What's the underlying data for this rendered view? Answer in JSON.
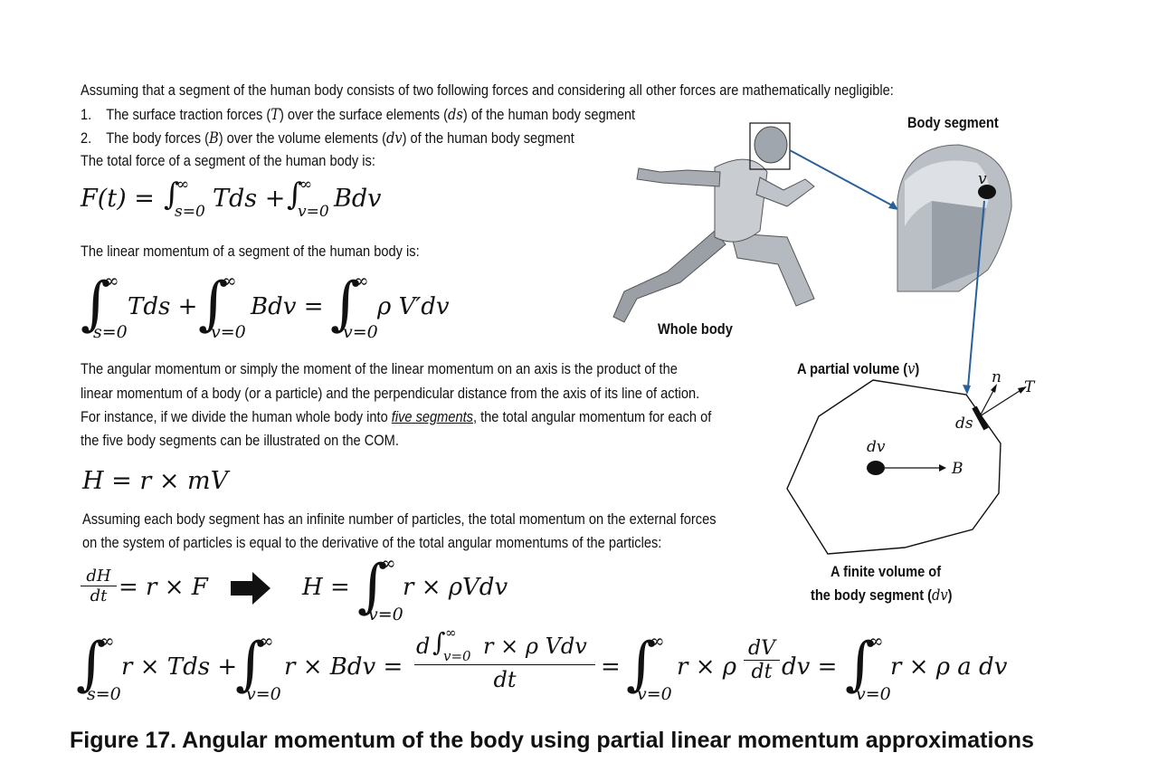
{
  "intro": {
    "line": "Assuming that a segment of the human body consists of two following forces and considering all other forces are mathematically negligible:",
    "item1_num": "1.",
    "item1_a": "The surface traction forces (",
    "item1_sym1": "T",
    "item1_b": ") over the surface elements (",
    "item1_sym2": "ds",
    "item1_c": ") of the human body segment",
    "item2_num": "2.",
    "item2_a": "The body forces (",
    "item2_sym1": "B",
    "item2_b": ") over the volume elements (",
    "item2_sym2": "dv",
    "item2_c": ") of the human body segment",
    "total_force": "The total force of a segment of the human body is:"
  },
  "eq1": {
    "lhs": "F(t) = ",
    "int1_sub": "s=0",
    "int1_sup": "∞",
    "term1": "Tds + ",
    "int2_sub": "v=0",
    "int2_sup": "∞",
    "term2": "Bdv"
  },
  "linear_text": "The linear momentum of a segment of the human body is:",
  "eq2": {
    "sup": "∞",
    "sub_s": "s=0",
    "sub_v": "v=0",
    "term1": "Tds +",
    "term2": "Bdv =",
    "term3": "ρ V′dv"
  },
  "angular_para": {
    "line1": "The angular momentum or simply the moment of the linear momentum on an axis is the product of the",
    "line2": "linear momentum of a body (or a particle) and the perpendicular distance from the axis of its line of action.",
    "line3_a": "For instance, if we divide the human whole body into ",
    "line3_em": "five segments",
    "line3_b": ", the total angular momentum for each of",
    "line4": "the five body segments can be illustrated on the COM."
  },
  "eq3": "H = r × mV",
  "assume_para": {
    "line1": "Assuming each body segment has an infinite number of particles, the total momentum on the external forces",
    "line2": "on the system of particles is equal to the derivative of the total angular momentums of the particles:"
  },
  "eq4": {
    "num": "dH",
    "den": "dt",
    "rhs": "= r × F",
    "h_eq": "H =",
    "sup": "∞",
    "sub": "v=0",
    "integrand": "r × ρVdv"
  },
  "eq5": {
    "sup": "∞",
    "sub_s": "s=0",
    "sub_v": "v=0",
    "term1": "r × Tds +",
    "term2": "r × Bdv =",
    "frac_num_a": "d",
    "frac_num_sup": "∞",
    "frac_num_sub": "v=0",
    "frac_num_b": "r × ρ Vdv",
    "frac_den": "dt",
    "eq_sign": "=",
    "term3a": "r × ρ",
    "dvnum": "dV",
    "dvden": "dt",
    "term3b": "dv =",
    "term4": "r × ρ a dv"
  },
  "figure_labels": {
    "body_segment": "Body segment",
    "whole_body": "Whole body",
    "v_label": "v",
    "partial_volume": "A partial volume (",
    "partial_volume_sym": "v",
    "partial_volume_end": ")",
    "n_label": "n",
    "T_label": "T",
    "ds_label": "ds",
    "dv_label": "dv",
    "B_label": "B",
    "finite_line1": "A finite volume of",
    "finite_line2": "the body segment (",
    "finite_sym": "dv",
    "finite_end": ")"
  },
  "caption": "Figure 17. Angular momentum of the body using partial linear momentum approximations",
  "colors": {
    "arrow_blue": "#2a6099",
    "text": "#111111"
  }
}
